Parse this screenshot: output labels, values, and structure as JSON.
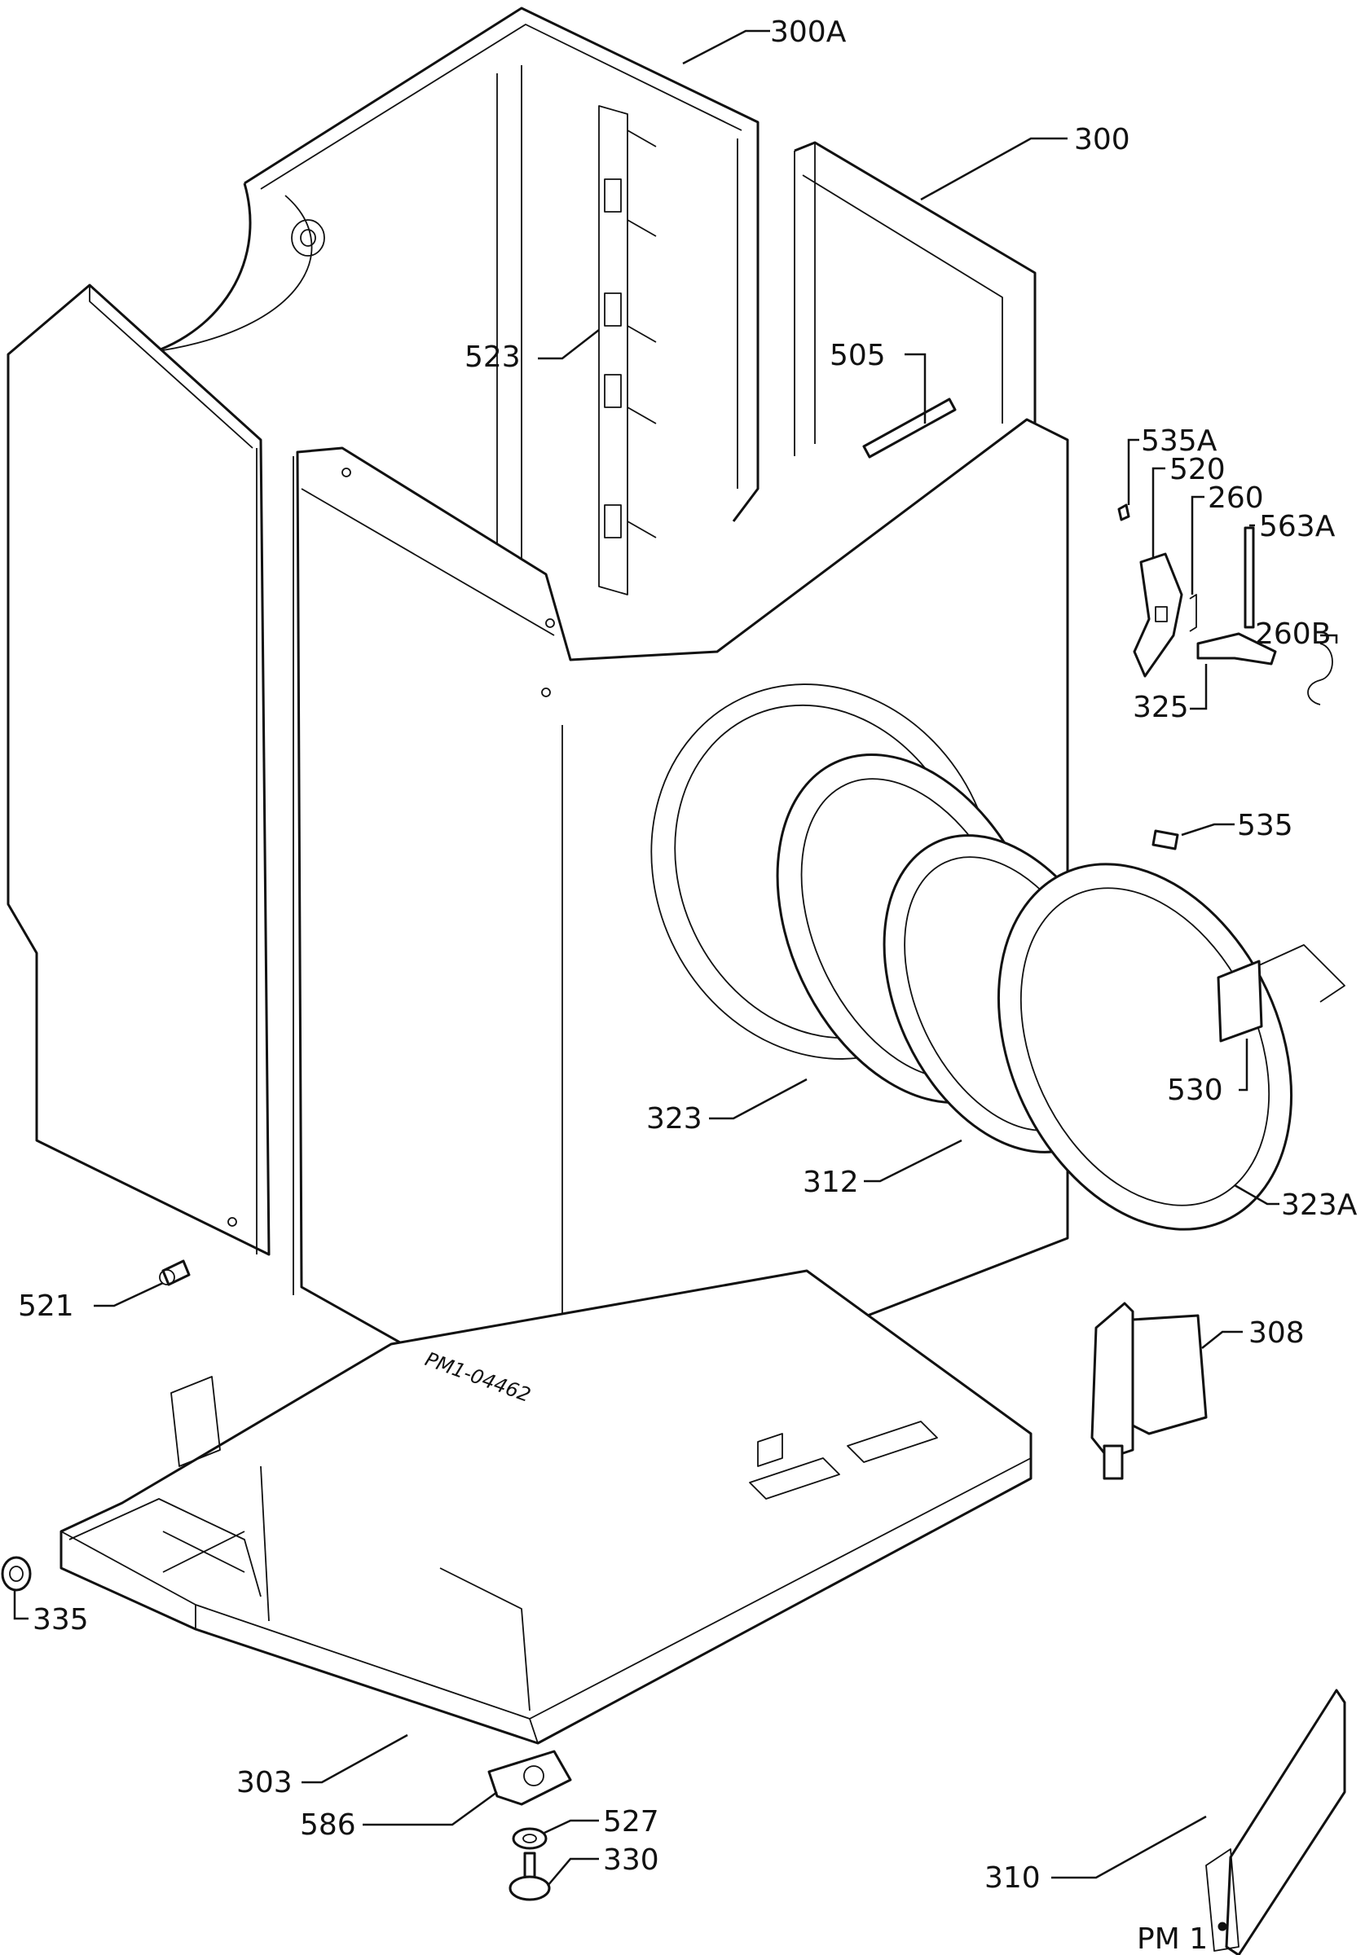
{
  "diagram": {
    "sheet_code": "PM 1",
    "drawing_number": "PM1-04462",
    "colors": {
      "ink": "#111111",
      "paper": "#ffffff"
    },
    "labels": {
      "p300A": "300A",
      "p300": "300",
      "p523": "523",
      "p505": "505",
      "p535A": "535A",
      "p520": "520",
      "p260": "260",
      "p563A": "563A",
      "p260B": "260B",
      "p325": "325",
      "p535": "535",
      "p530": "530",
      "p323": "323",
      "p312": "312",
      "p323A": "323A",
      "p521": "521",
      "p308": "308",
      "p335": "335",
      "p303": "303",
      "p586": "586",
      "p527": "527",
      "p330": "330",
      "p310": "310"
    }
  }
}
